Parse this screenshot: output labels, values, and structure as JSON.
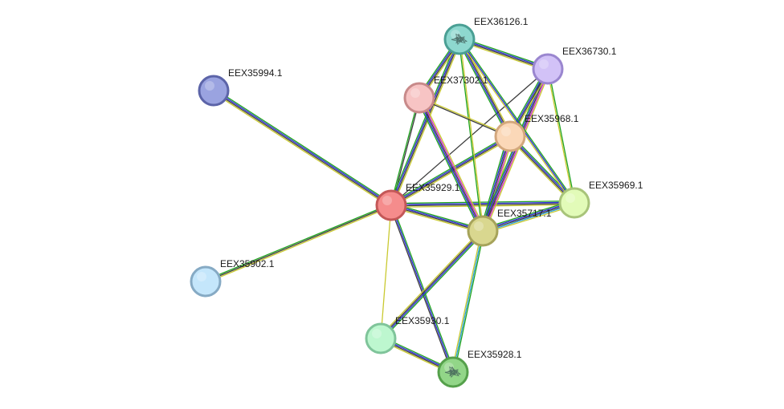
{
  "nodes": [
    {
      "id": "n_36126",
      "label": "EEX36126.1",
      "fill": "#8ed8cf",
      "stroke": "#4a9f94",
      "structure": true
    },
    {
      "id": "n_36730",
      "label": "EEX36730.1",
      "fill": "#d2c2f7",
      "stroke": "#9a86cf",
      "structure": false
    },
    {
      "id": "n_37302",
      "label": "EEX37302.1",
      "fill": "#f7c4c4",
      "stroke": "#c88a8a",
      "structure": false
    },
    {
      "id": "n_35994",
      "label": "EEX35994.1",
      "fill": "#9aa3e0",
      "stroke": "#5c64a8",
      "structure": false
    },
    {
      "id": "n_35968",
      "label": "EEX35968.1",
      "fill": "#fbd8b8",
      "stroke": "#d3a77c",
      "structure": false
    },
    {
      "id": "n_35929",
      "label": "EEX35929.1",
      "fill": "#f58c8c",
      "stroke": "#c45858",
      "structure": false
    },
    {
      "id": "n_35969",
      "label": "EEX35969.1",
      "fill": "#e2fbb8",
      "stroke": "#a8c47a",
      "structure": false
    },
    {
      "id": "n_35717",
      "label": "EEX35717.1",
      "fill": "#d9d78f",
      "stroke": "#a6a35a",
      "structure": false
    },
    {
      "id": "n_35902",
      "label": "EEX35902.1",
      "fill": "#c4e6fb",
      "stroke": "#86aac4",
      "structure": false
    },
    {
      "id": "n_35930",
      "label": "EEX35930.1",
      "fill": "#bdf7cf",
      "stroke": "#7fc49a",
      "structure": false
    },
    {
      "id": "n_35928",
      "label": "EEX35928.1",
      "fill": "#92d688",
      "stroke": "#55a04b",
      "structure": true
    }
  ],
  "edges": [
    {
      "source": "n_35994",
      "target": "n_35929",
      "colors": [
        "#1fa31f",
        "#2b2bd8",
        "#3c3c3c",
        "#c9c930"
      ]
    },
    {
      "source": "n_35902",
      "target": "n_35929",
      "colors": [
        "#1fa31f",
        "#3c3c3c",
        "#c9c930"
      ]
    },
    {
      "source": "n_35929",
      "target": "n_35717",
      "colors": [
        "#1fa31f",
        "#2b2bd8",
        "#3c3c3c",
        "#c9c930"
      ]
    },
    {
      "source": "n_35929",
      "target": "n_35969",
      "colors": [
        "#1fa31f",
        "#2b2bd8",
        "#3c3c3c",
        "#c9c930"
      ]
    },
    {
      "source": "n_35929",
      "target": "n_35968",
      "colors": [
        "#1fa31f",
        "#2b2bd8",
        "#3c3c3c",
        "#c9c930"
      ]
    },
    {
      "source": "n_35929",
      "target": "n_37302",
      "colors": [
        "#1fa31f",
        "#3c3c3c"
      ]
    },
    {
      "source": "n_35929",
      "target": "n_36126",
      "colors": [
        "#1fa31f",
        "#2b2bd8",
        "#3c3c3c",
        "#c9c930"
      ]
    },
    {
      "source": "n_35929",
      "target": "n_36730",
      "colors": [
        "#3c3c3c"
      ]
    },
    {
      "source": "n_35929",
      "target": "n_35930",
      "colors": [
        "#c9c930"
      ]
    },
    {
      "source": "n_35929",
      "target": "n_35928",
      "colors": [
        "#1fa31f",
        "#2b2bd8",
        "#3c3c3c"
      ]
    },
    {
      "source": "n_35930",
      "target": "n_35928",
      "colors": [
        "#1fa31f",
        "#2b2bd8",
        "#3c3c3c",
        "#c9c930"
      ]
    },
    {
      "source": "n_35717",
      "target": "n_35930",
      "colors": [
        "#1fa31f",
        "#2b2bd8",
        "#3c3c3c",
        "#c9c930"
      ]
    },
    {
      "source": "n_35717",
      "target": "n_35928",
      "colors": [
        "#1fa31f",
        "#2b9fd8",
        "#c9c930"
      ]
    },
    {
      "source": "n_35717",
      "target": "n_35968",
      "colors": [
        "#1fa31f",
        "#2b2bd8",
        "#3c3c3c",
        "#d02bd0",
        "#c9c930"
      ]
    },
    {
      "source": "n_35717",
      "target": "n_36730",
      "colors": [
        "#1fa31f",
        "#2b2bd8",
        "#3c3c3c",
        "#d02bd0",
        "#c9c930"
      ]
    },
    {
      "source": "n_35717",
      "target": "n_36126",
      "colors": [
        "#1fa31f",
        "#c9c930"
      ]
    },
    {
      "source": "n_35717",
      "target": "n_37302",
      "colors": [
        "#1fa31f",
        "#2b2bd8",
        "#3c3c3c",
        "#d02bd0",
        "#c9c930"
      ]
    },
    {
      "source": "n_35717",
      "target": "n_35969",
      "colors": [
        "#1fa31f",
        "#2b2bd8",
        "#3c3c3c",
        "#2b9fd8",
        "#c9c930"
      ]
    },
    {
      "source": "n_35968",
      "target": "n_35969",
      "colors": [
        "#1fa31f",
        "#2b2bd8",
        "#3c3c3c",
        "#c9c930"
      ]
    },
    {
      "source": "n_35968",
      "target": "n_37302",
      "colors": [
        "#3c3c3c",
        "#c9c930"
      ]
    },
    {
      "source": "n_35968",
      "target": "n_36126",
      "colors": [
        "#1fa31f",
        "#2b2bd8",
        "#3c3c3c",
        "#c9c930"
      ]
    },
    {
      "source": "n_35968",
      "target": "n_36730",
      "colors": [
        "#1fa31f",
        "#2b2bd8",
        "#3c3c3c",
        "#c9c930"
      ]
    },
    {
      "source": "n_37302",
      "target": "n_36126",
      "colors": [
        "#1fa31f",
        "#2b2bd8",
        "#3c3c3c",
        "#c9c930"
      ]
    },
    {
      "source": "n_36126",
      "target": "n_36730",
      "colors": [
        "#1fa31f",
        "#2b2bd8",
        "#3c3c3c",
        "#c9c930"
      ]
    },
    {
      "source": "n_36126",
      "target": "n_35969",
      "colors": [
        "#1fa31f",
        "#2b2bd8",
        "#c9c930"
      ]
    },
    {
      "source": "n_36730",
      "target": "n_35969",
      "colors": [
        "#1fa31f",
        "#c9c930"
      ]
    }
  ]
}
